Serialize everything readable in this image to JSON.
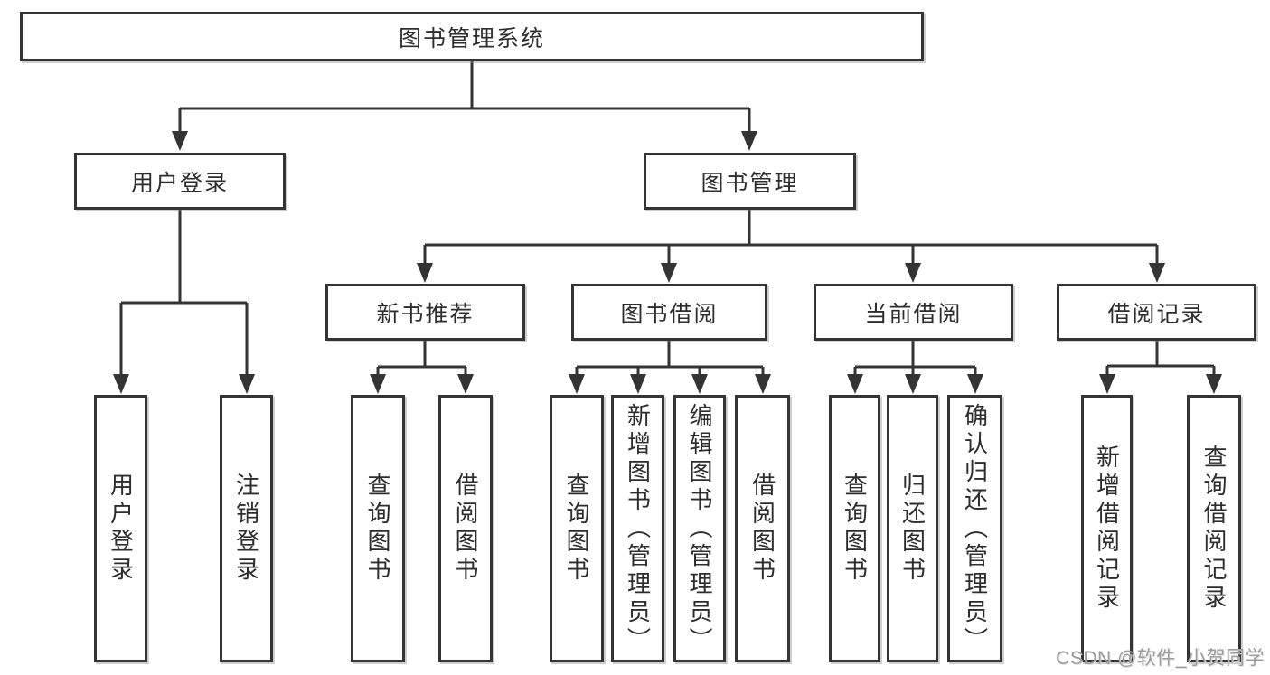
{
  "diagram": {
    "root": {
      "label": "图书管理系统"
    },
    "level2": {
      "user_login": {
        "label": "用户登录"
      },
      "book_management": {
        "label": "图书管理"
      }
    },
    "level3": {
      "new_book_recommend": {
        "label": "新书推荐"
      },
      "book_borrowing": {
        "label": "图书借阅"
      },
      "current_borrowing": {
        "label": "当前借阅"
      },
      "borrowing_records": {
        "label": "借阅记录"
      }
    },
    "leaves": {
      "user_login": {
        "label": "用户登录"
      },
      "logout": {
        "label": "注销登录"
      },
      "recommend_query_books": {
        "label": "查询图书"
      },
      "recommend_borrow_books": {
        "label": "借阅图书"
      },
      "borrowing_query_books": {
        "label": "查询图书"
      },
      "borrowing_add_books_admin": {
        "label": "新增图书（管理员）"
      },
      "borrowing_edit_books_admin": {
        "label": "编辑图书（管理员）"
      },
      "borrowing_borrow_books": {
        "label": "借阅图书"
      },
      "current_query_books": {
        "label": "查询图书"
      },
      "current_return_books": {
        "label": "归还图书"
      },
      "current_confirm_return_admin": {
        "label": "确认归还（管理员）"
      },
      "records_add_borrow_record": {
        "label": "新增借阅记录"
      },
      "records_query_borrow_record": {
        "label": "查询借阅记录"
      }
    },
    "watermark": {
      "text": "CSDN @软件_小贺同学"
    },
    "colors": {
      "line": "#343434",
      "box_border": "#343434",
      "box_background": "#ffffff",
      "text": "#2d2d2d",
      "watermark": "#9c9c9c",
      "page_background": "#ffffff"
    }
  }
}
